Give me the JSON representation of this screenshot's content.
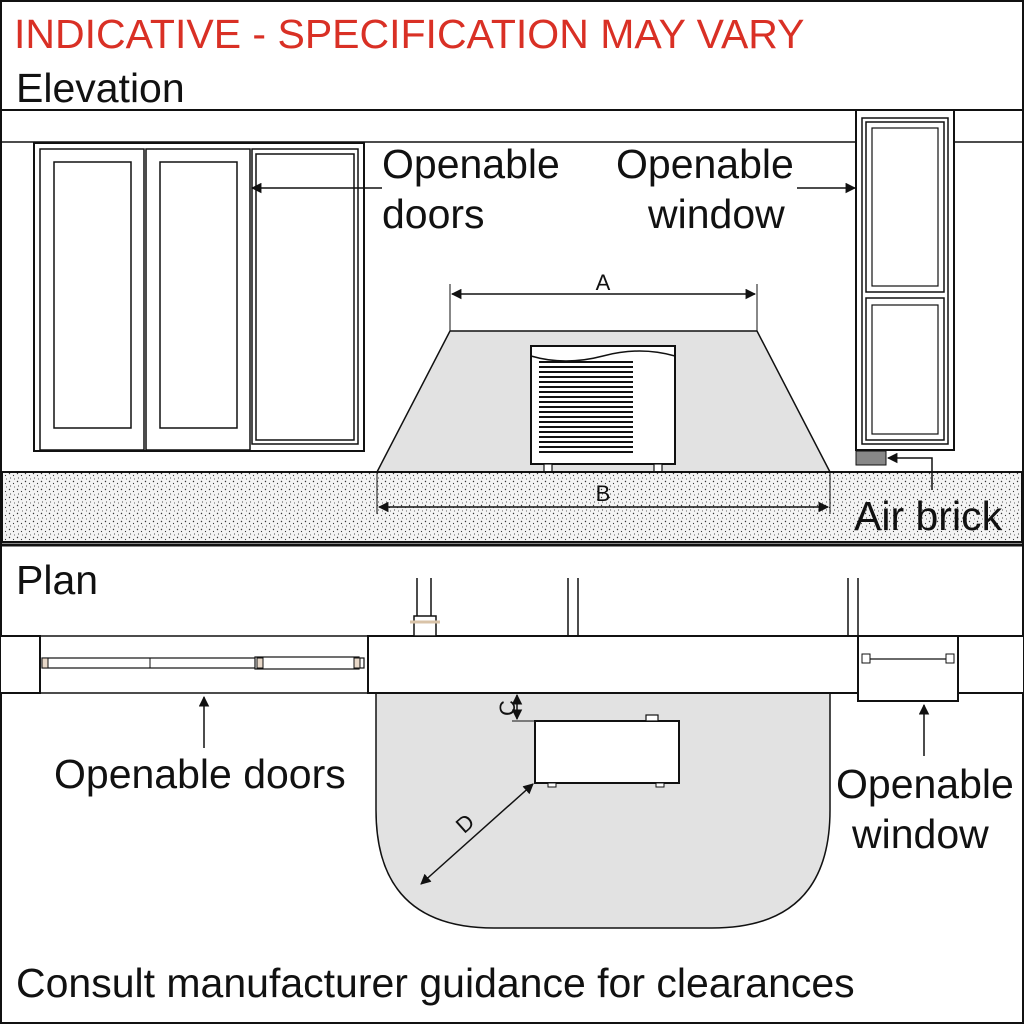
{
  "header": {
    "warning": "INDICATIVE - SPECIFICATION MAY VARY",
    "warning_color": "#d93025"
  },
  "elevation": {
    "section_title": "Elevation",
    "doors_label_line1": "Openable",
    "doors_label_line2": "doors",
    "window_label_line1": "Openable",
    "window_label_line2": "window",
    "dimension_a": "A",
    "dimension_b": "B",
    "air_brick_label": "Air brick"
  },
  "plan": {
    "section_title": "Plan",
    "dimension_c": "C",
    "dimension_d": "D",
    "doors_label": "Openable doors",
    "window_label_line1": "Openable",
    "window_label_line2": "window"
  },
  "footer": {
    "note": "Consult manufacturer guidance for clearances"
  },
  "colors": {
    "line": "#111111",
    "clearance_fill": "#e2e2e2",
    "ground_fill": "#f3f3f3",
    "text": "#111111"
  }
}
